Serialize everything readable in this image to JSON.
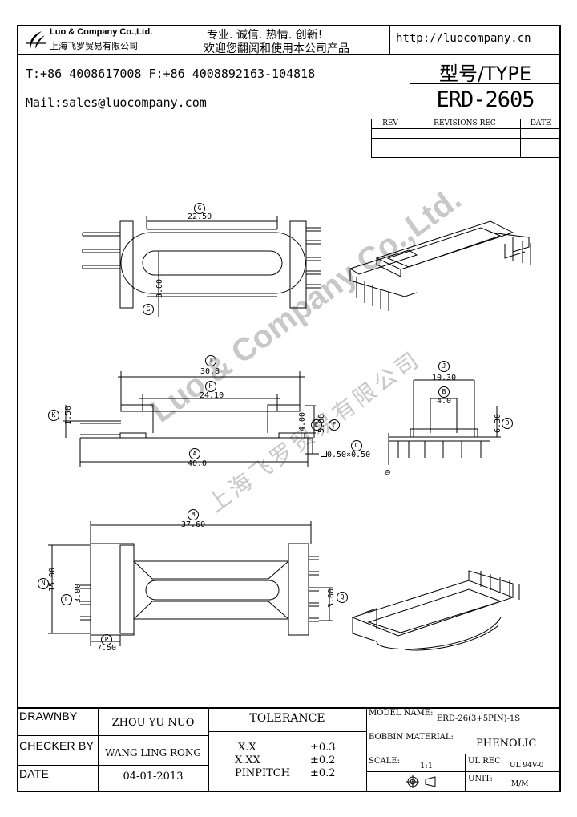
{
  "header": {
    "company_en": "Luo & Company Co.,Ltd.",
    "company_cn": "上海飞罗贸易有限公司",
    "slogan_line1": "专业. 诚信. 热情. 创新!",
    "slogan_line2": "欢迎您翻阅和使用本公司产品",
    "website": "http://luocompany.cn",
    "phone_fax": "T:+86 4008617008 F:+86 4008892163-104818",
    "mail": "Mail:sales@luocompany.com",
    "type_label": "型号/TYPE",
    "type_value": "ERD-2605"
  },
  "revisions": {
    "col_rev": "REV",
    "col_rec": "REVISIONS REC",
    "col_date": "DATE"
  },
  "watermark": {
    "en": "Luo & Company Co.,Ltd.",
    "cn": "上海飞罗贸易有限公司"
  },
  "dimensions": {
    "g_value": "22.50",
    "g2_value": "3.00",
    "i_value": "30.8",
    "h_value": "24.10",
    "k_value": "1.50",
    "e_value": "4.00",
    "f_value": "5.00",
    "a_value": "40.0",
    "c_value": "0.50×0.50",
    "j_value": "10.30",
    "b_value": "4.0",
    "d_value": "6.30",
    "m_value": "37.60",
    "n_value": "15.00",
    "l_value": "3.00",
    "q_value": "3.00",
    "p_value": "7.50"
  },
  "balloons": {
    "g": "G",
    "g2": "G",
    "i": "I",
    "h": "H",
    "k": "K",
    "e": "E",
    "f": "F",
    "a": "A",
    "c": "C",
    "j": "J",
    "b": "B",
    "d": "D",
    "theta": "⊖",
    "m": "M",
    "n": "N",
    "l": "L",
    "q": "Q",
    "p": "P"
  },
  "footer": {
    "drawnby_label": "DRAWNBY",
    "drawnby_value": "ZHOU YU NUO",
    "checker_label": "CHECKER BY",
    "checker_value": "WANG LING RONG",
    "date_label": "DATE",
    "date_value": "04-01-2013",
    "tolerance_label": "TOLERANCE",
    "tol_xx_label": "X.X",
    "tol_xx_value": "±0.3",
    "tol_xxx_label": "X.XX",
    "tol_xxx_value": "±0.2",
    "tol_pin_label": "PINPITCH",
    "tol_pin_value": "±0.2",
    "model_label": "MODEL NAME:",
    "model_value": "ERD-26(3+5PIN)-1S",
    "bobbin_label": "BOBBIN MATERIAL:",
    "bobbin_value": "PHENOLIC",
    "scale_label": "SCALE:",
    "scale_value": "1:1",
    "ul_label": "UL REC:",
    "ul_value": "UL 94V-0",
    "unit_label": "UNIT:",
    "unit_value": "M/M"
  }
}
